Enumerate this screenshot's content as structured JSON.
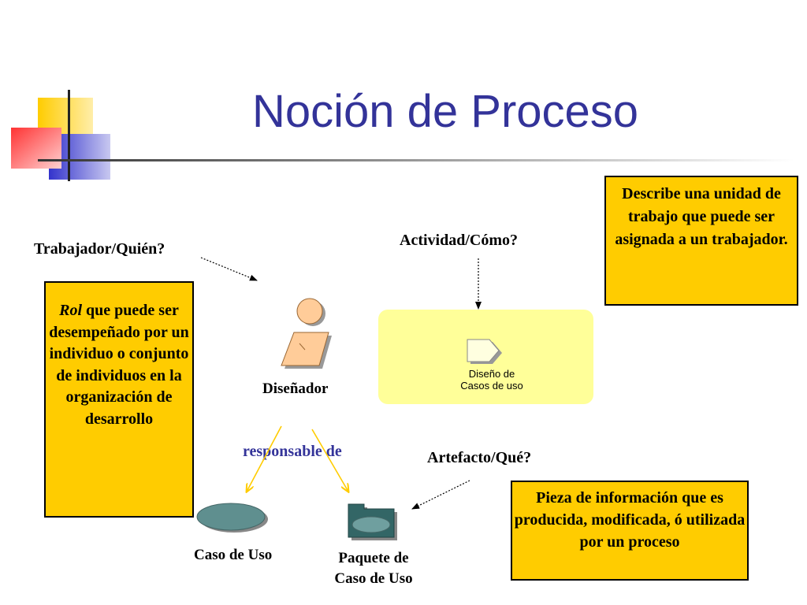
{
  "slide": {
    "title": "Noción de Proceso"
  },
  "labels": {
    "trabajador": "Trabajador/Quién?",
    "actividad": "Actividad/Cómo?",
    "artefacto": "Artefacto/Qué?",
    "disenador": "Diseñador",
    "responsable": "responsable de",
    "caso_de_uso": "Caso de Uso",
    "paquete_line1": "Paquete de",
    "paquete_line2": "Caso de Uso",
    "actividad_nombre": "Diseño de\nCasos de uso"
  },
  "boxes": {
    "rol": {
      "italic_word": "Rol",
      "text": " que puede ser desempeñado por un individuo o conjunto de individuos en la organización de desarrollo"
    },
    "actividad": "Describe una unidad de trabajo que puede ser asignada a un trabajador.",
    "artefacto": "Pieza de información que es producida, modificada, ó utilizada por un proceso"
  },
  "colors": {
    "title": "#333399",
    "box_fill": "#ffcc00",
    "activity_panel": "#ffff99",
    "worker_fill": "#ffcc99",
    "artifact_fill": "#5f8f8f",
    "arrow_yellow": "#ffcc00",
    "responsable_text": "#333399",
    "logo_yellow": "#ffcc00",
    "logo_blue": "#3333cc",
    "logo_red": "#ff3333"
  },
  "icons": {
    "logo": "decorative-squares-logo",
    "worker": "worker-icon",
    "activity": "activity-icon",
    "use_case": "use-case-ellipse-icon",
    "package": "folder-package-icon"
  }
}
